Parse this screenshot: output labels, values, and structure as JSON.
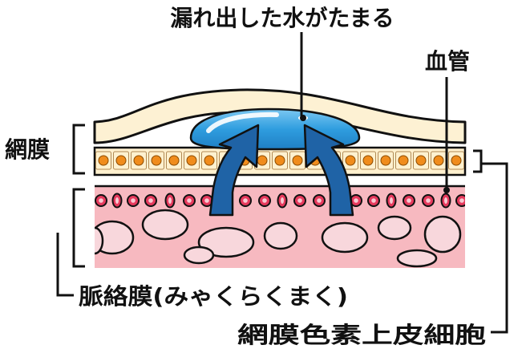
{
  "labels": {
    "fluid": "漏れ出した水がたまる",
    "vessel": "血管",
    "retina": "網膜",
    "choroid": "脈絡膜(みゃくらくまく)",
    "rpe": "網膜色素上皮細胞"
  },
  "colors": {
    "retina_layer": "#fdf1d3",
    "rpe_cell": "#fff1cf",
    "rpe_nucleus": "#f08c1c",
    "choroid": "#f7b9c0",
    "blood_cell": "#e63a5d",
    "choroid_vessel": "#f8d7dc",
    "fluid": "#3aa6e3",
    "arrow": "#1f63a6",
    "outline": "#111111"
  }
}
